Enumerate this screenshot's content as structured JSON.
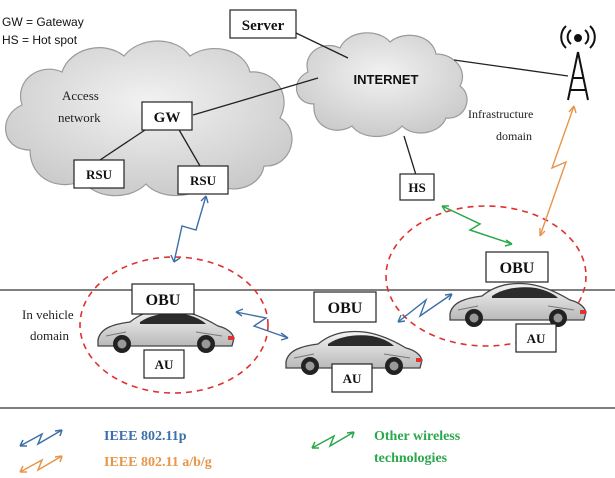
{
  "legend_abbrev": {
    "gw": "GW = Gateway",
    "hs": "HS = Hot spot"
  },
  "nodes": {
    "server": "Server",
    "internet": "INTERNET",
    "gw": "GW",
    "rsu_left": "RSU",
    "rsu_right": "RSU",
    "hs": "HS",
    "obu_left": "OBU",
    "obu_mid": "OBU",
    "obu_right": "OBU",
    "au_left": "AU",
    "au_mid": "AU",
    "au_right": "AU"
  },
  "regions": {
    "access_network_line1": "Access",
    "access_network_line2": "network",
    "infrastructure_line1": "Infrastructure",
    "infrastructure_line2": "domain",
    "in_vehicle_line1": "In vehicle",
    "in_vehicle_line2": "domain"
  },
  "legend": {
    "ieee_80211p": "IEEE 802.11p",
    "ieee_80211abg": "IEEE 802.11 a/b/g",
    "other_line1": "Other wireless",
    "other_line2": "technologies"
  },
  "colors": {
    "ieee_80211p": "#3d6fa8",
    "ieee_80211abg": "#e8954a",
    "other": "#2aa84a",
    "dashed_region": "#e03030",
    "cloud_fill": "#d6d6d6"
  },
  "icons": [
    "cloud-icon",
    "radio-tower-icon",
    "car-icon"
  ]
}
